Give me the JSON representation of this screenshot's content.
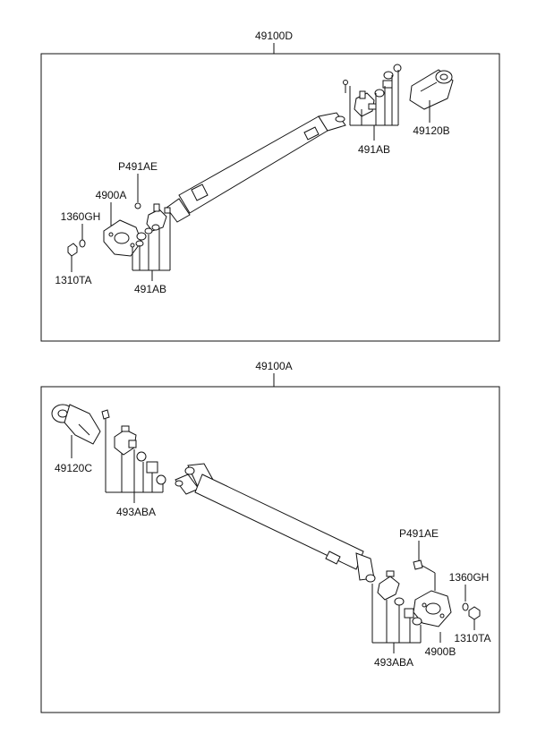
{
  "diagram": {
    "top": {
      "assembly": "49100D",
      "labels": {
        "yoke": "49120B",
        "ujoint_kit_upper": "491AB",
        "bolt": "P491AE",
        "flange": "4900A",
        "washer": "1360GH",
        "nut": "1310TA",
        "ujoint_kit_lower": "491AB"
      }
    },
    "bottom": {
      "assembly": "49100A",
      "labels": {
        "yoke": "49120C",
        "ujoint_kit_left": "493ABA",
        "bolt": "P491AE",
        "washer": "1360GH",
        "nut": "1310TA",
        "flange": "4900B",
        "ujoint_kit_right": "493ABA"
      }
    }
  }
}
